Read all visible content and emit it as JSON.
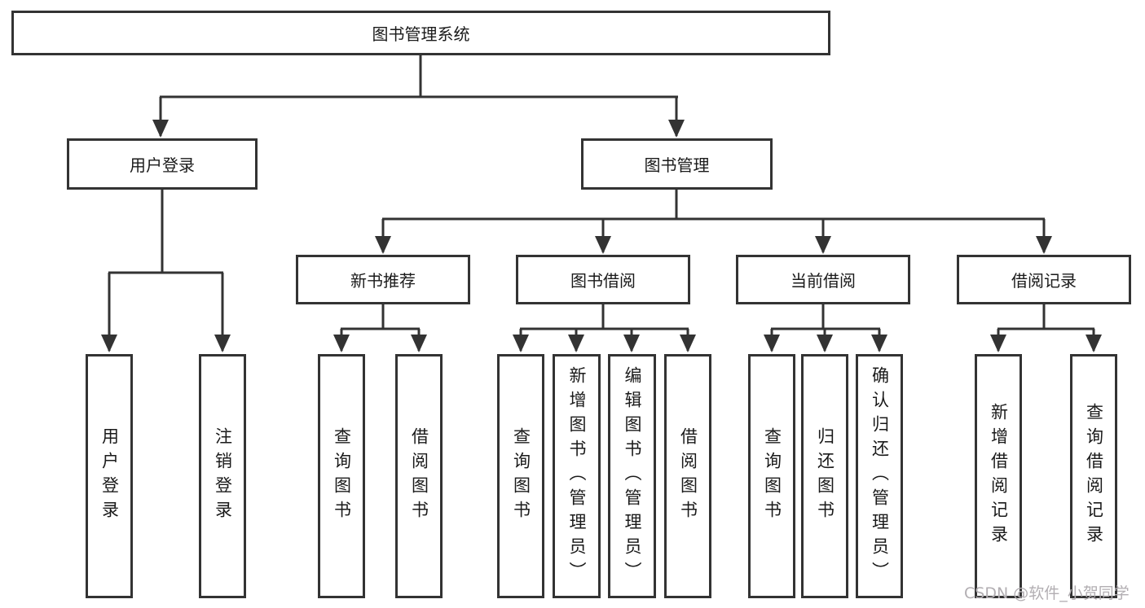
{
  "root": {
    "label": "图书管理系统"
  },
  "branches": [
    {
      "label": "用户登录",
      "children": [
        {
          "label": "用户登录"
        },
        {
          "label": "注销登录"
        }
      ]
    },
    {
      "label": "图书管理",
      "children": [
        {
          "label": "新书推荐",
          "children": [
            {
              "label": "查询图书"
            },
            {
              "label": "借阅图书"
            }
          ]
        },
        {
          "label": "图书借阅",
          "children": [
            {
              "label": "查询图书"
            },
            {
              "label": "新增图书（管理员）"
            },
            {
              "label": "编辑图书（管理员）"
            },
            {
              "label": "借阅图书"
            }
          ]
        },
        {
          "label": "当前借阅",
          "children": [
            {
              "label": "查询图书"
            },
            {
              "label": "归还图书"
            },
            {
              "label": "确认归还（管理员）"
            }
          ]
        },
        {
          "label": "借阅记录",
          "children": [
            {
              "label": "新增借阅记录"
            },
            {
              "label": "查询借阅记录"
            }
          ]
        }
      ]
    }
  ],
  "watermark": "CSDN @软件_小贺同学",
  "colors": {
    "line": "#333333",
    "box_border": "#333333",
    "text": "#1a1a1a",
    "background": "#ffffff",
    "watermark": "#b2aeb2"
  }
}
